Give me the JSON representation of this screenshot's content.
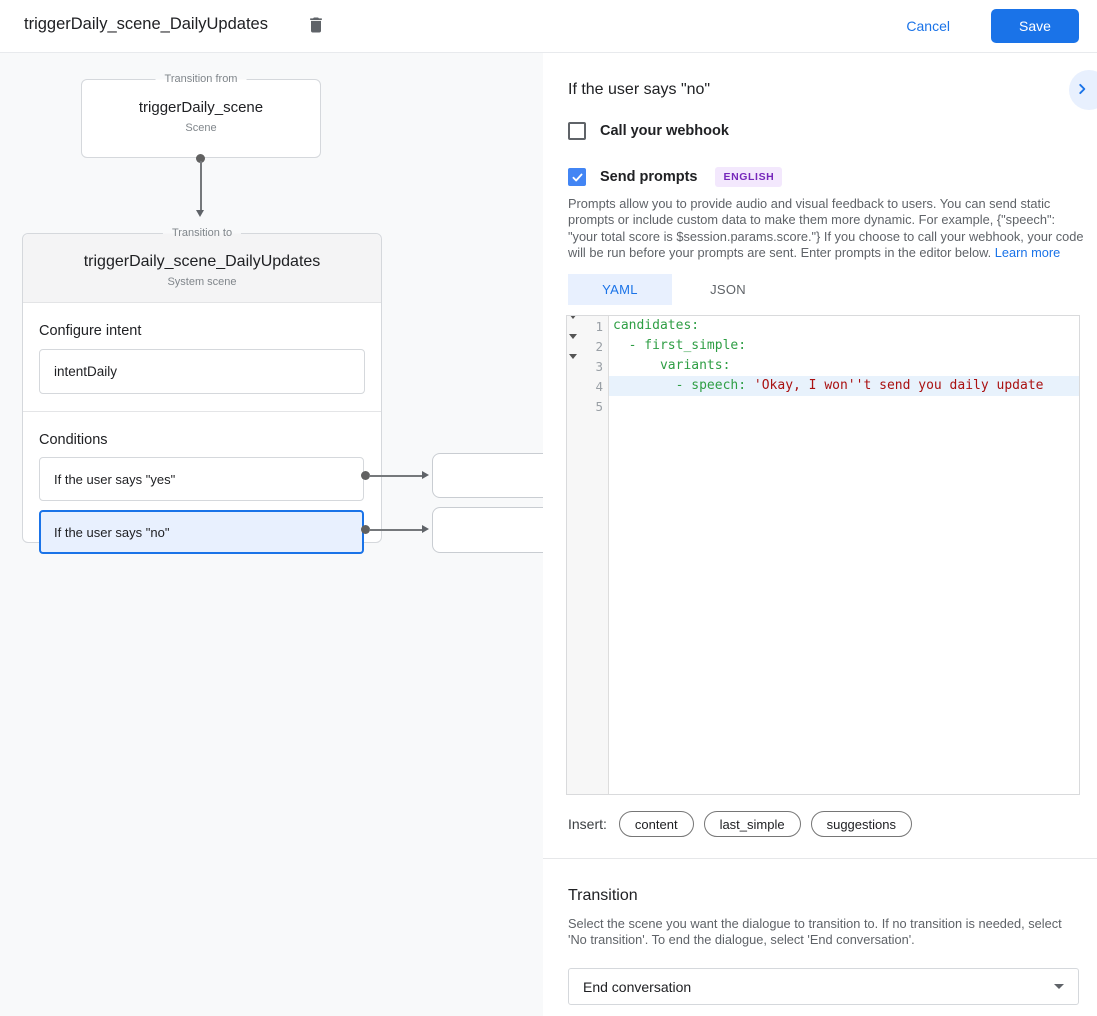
{
  "header": {
    "title": "triggerDaily_scene_DailyUpdates",
    "trash_icon": "trash-icon",
    "cancel_label": "Cancel",
    "save_label": "Save"
  },
  "canvas": {
    "transition_from": {
      "legend": "Transition from",
      "name": "triggerDaily_scene",
      "type": "Scene"
    },
    "transition_to": {
      "legend": "Transition to",
      "name": "triggerDaily_scene_DailyUpdates",
      "type": "System scene",
      "configure_intent": {
        "label": "Configure intent",
        "value": "intentDaily"
      },
      "conditions": {
        "label": "Conditions",
        "items": [
          {
            "label": "If the user says \"yes\"",
            "selected": false
          },
          {
            "label": "If the user says \"no\"",
            "selected": true
          }
        ]
      }
    }
  },
  "panel": {
    "title": "If the user says \"no\"",
    "expand_icon": "chevron-right-icon",
    "webhook": {
      "label": "Call your webhook",
      "checked": false
    },
    "send_prompts": {
      "label": "Send prompts",
      "checked": true,
      "badge": "ENGLISH"
    },
    "description": "Prompts allow you to provide audio and visual feedback to users. You can send static prompts or include custom data to make them more dynamic. For example, {\"speech\": \"your total score is $session.params.score.\"} If you choose to call your webhook, your code will be run before your prompts are sent. Enter prompts in the editor below. ",
    "learn_more_label": "Learn more",
    "tabs": [
      {
        "label": "YAML",
        "active": true
      },
      {
        "label": "JSON",
        "active": false
      }
    ],
    "editor": {
      "lines": [
        {
          "number": "1",
          "fold": true,
          "highlight": false,
          "segments": [
            {
              "text": "candidates:",
              "type": "key"
            }
          ]
        },
        {
          "number": "2",
          "fold": true,
          "highlight": false,
          "segments": [
            {
              "text": "  - first_simple:",
              "type": "key"
            }
          ]
        },
        {
          "number": "3",
          "fold": true,
          "highlight": false,
          "segments": [
            {
              "text": "      variants:",
              "type": "key"
            }
          ]
        },
        {
          "number": "4",
          "fold": false,
          "highlight": true,
          "segments": [
            {
              "text": "        - speech: ",
              "type": "key"
            },
            {
              "text": "'Okay, I won''t send you daily update",
              "type": "str"
            }
          ]
        },
        {
          "number": "5",
          "fold": false,
          "highlight": false,
          "segments": []
        }
      ]
    },
    "insert": {
      "label": "Insert:",
      "chips": [
        "content",
        "last_simple",
        "suggestions"
      ]
    },
    "transition": {
      "title": "Transition",
      "description": "Select the scene you want the dialogue to transition to. If no transition is needed, select 'No transition'. To end the dialogue, select 'End conversation'.",
      "select_value": "End conversation"
    }
  },
  "colors": {
    "accent_blue": "#1a73e8",
    "checkbox_blue": "#4285f4",
    "selected_condition_bg": "#e8f0fe",
    "badge_purple": "#7627bb",
    "code_key_green": "#2e9e44",
    "code_string_red": "#aa1111"
  }
}
